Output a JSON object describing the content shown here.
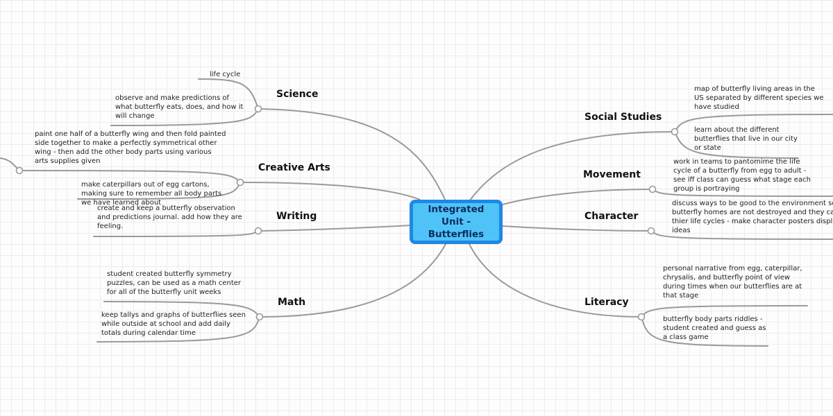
{
  "central_topic": "Integrated Unit - Butterflies",
  "branches": [
    {
      "id": "science",
      "title": "Science",
      "leaves": [
        "life cycle",
        "observe and make predictions of what butterfly eats, does, and how it will change"
      ]
    },
    {
      "id": "creative-arts",
      "title": "Creative Arts",
      "leaves": [
        "paint one half of a butterfly wing and then fold painted side together to make a perfectly symmetrical other wing - then add the other body parts using various arts supplies given",
        "make caterpillars out of egg cartons, making sure to remember all body parts we have learned about"
      ]
    },
    {
      "id": "writing",
      "title": "Writing",
      "leaves": [
        "create and keep a butterfly observation and predictions journal. add how they are feeling."
      ]
    },
    {
      "id": "math",
      "title": "Math",
      "leaves": [
        "student created butterfly symmetry puzzles, can be used as a math center for all of the butterfly unit weeks",
        "keep tallys and graphs of butterflies seen while outside at school and add daily totals during calendar time"
      ]
    },
    {
      "id": "social-studies",
      "title": "Social Studies",
      "leaves": [
        "map of butterfly living areas in the US separated by different species we have studied",
        "learn about the different butterflies that live in our city or state"
      ]
    },
    {
      "id": "movement",
      "title": "Movement",
      "leaves": [
        "work in teams to pantomime the life cycle of a butterfly from egg to adult - see iff class can guess what stage each group is portraying"
      ]
    },
    {
      "id": "character",
      "title": "Character",
      "leaves": [
        "discuss ways to be good to the environment so that butterfly homes are not destroyed and they can complete thier life cycles - make character posters displaying ideas"
      ]
    },
    {
      "id": "literacy",
      "title": "Literacy",
      "leaves": [
        "personal narrative from egg, caterpillar, chrysalis, and butterfly point of view during times when our butterflies are at that stage",
        "butterfly body parts riddles - student created and guess as a class game"
      ]
    }
  ],
  "colors": {
    "central_fill": "#4fc3f7",
    "central_border": "#1e88e5",
    "connector": "#9a9a9a"
  }
}
